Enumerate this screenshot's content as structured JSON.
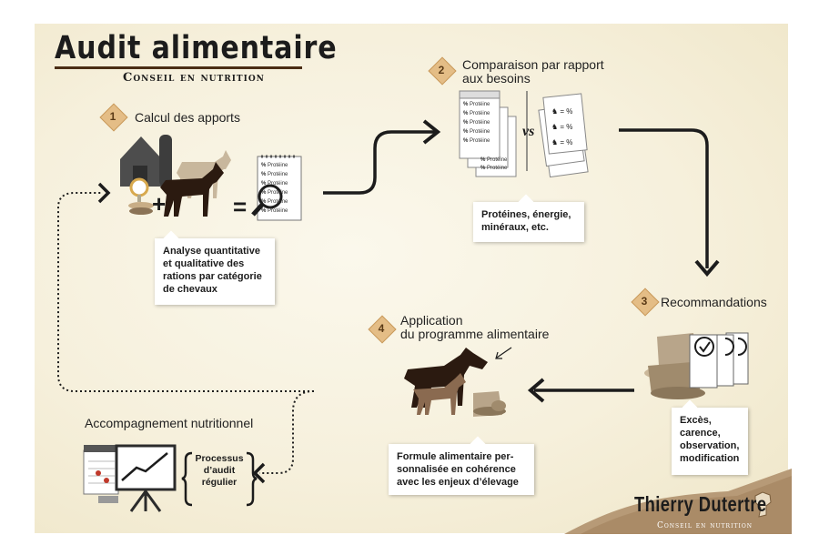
{
  "header": {
    "title": "Audit alimentaire",
    "subtitle": "Conseil en nutrition"
  },
  "steps": [
    {
      "number": "1",
      "label": "Calcul des apports"
    },
    {
      "number": "2",
      "label_line1": "Comparaison par rapport",
      "label_line2": "aux besoins"
    },
    {
      "number": "3",
      "label": "Recommandations"
    },
    {
      "number": "4",
      "label_line1": "Application",
      "label_line2": "du programme alimentaire"
    }
  ],
  "notes": {
    "analysis": [
      "Analyse quantitative",
      "et qualitative des",
      "rations par catégorie",
      "de chevaux"
    ],
    "needs": [
      "Protéines, énergie,",
      "minéraux, etc."
    ],
    "recommendations": [
      "Excès,",
      "carence,",
      "observation,",
      "modification"
    ],
    "formula": [
      "Formule alimentaire per-",
      "sonnalisée en cohérence",
      "avec les enjeux d’élevage"
    ]
  },
  "accompaniment": {
    "label": "Accompagnement nutritionnel",
    "process": [
      "Processus",
      "d’audit",
      "régulier"
    ]
  },
  "comparison": {
    "vs": "vs",
    "row_label": "Protéine",
    "equals_percent": "= %"
  },
  "symbols": {
    "plus": "+",
    "equals": "=",
    "percent": "%"
  },
  "brand": {
    "name": "Thierry Dutertre",
    "tagline": "Conseil en nutrition"
  },
  "colors": {
    "badge": "#e4bd86",
    "arrow": "#1c1c1c",
    "brand_band": "#b79a77",
    "horse": "#2b1a10",
    "background": "#f6f0dc"
  },
  "icons": [
    "barn-icon",
    "scale-icon",
    "horse-icon",
    "checklist-icon",
    "magnifier-icon",
    "feed-bag-icon",
    "calendar-icon",
    "chart-board-icon"
  ]
}
